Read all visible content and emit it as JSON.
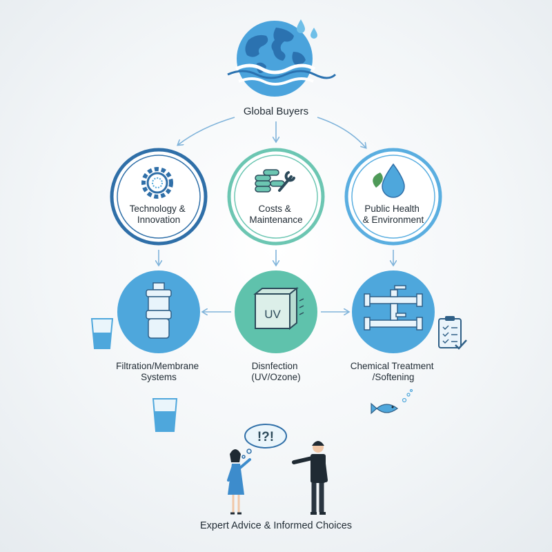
{
  "title": "Global Buyers",
  "factors": [
    {
      "label_line1": "Technology &",
      "label_line2": "Innovation",
      "icon": "gear-icon"
    },
    {
      "label_line1": "Costs &",
      "label_line2": "Maintenance",
      "icon": "coins-wrench-icon"
    },
    {
      "label_line1": "Public Health",
      "label_line2": "& Environment",
      "icon": "water-drop-leaf-icon"
    }
  ],
  "solutions": [
    {
      "label_line1": "Filtration/Membrane",
      "label_line2": "Systems",
      "icon": "filter-cartridge-icon"
    },
    {
      "label_line1": "Disnfection",
      "label_line2": "(UV/Ozone)",
      "icon": "uv-unit-icon",
      "badge": "UV"
    },
    {
      "label_line1": "Chemical Treatment",
      "label_line2": "/Softening",
      "icon": "pipes-valves-icon"
    }
  ],
  "speech_bubble": "!?!",
  "footer": "Expert Advice & Informed Choices",
  "colors": {
    "dark_blue": "#2f6fa8",
    "teal": "#6cc6b2",
    "light_blue": "#5aaee0",
    "arrow": "#7fb3da",
    "fill_blue": "#4ea7dc",
    "fill_teal": "#5fc2ac"
  }
}
